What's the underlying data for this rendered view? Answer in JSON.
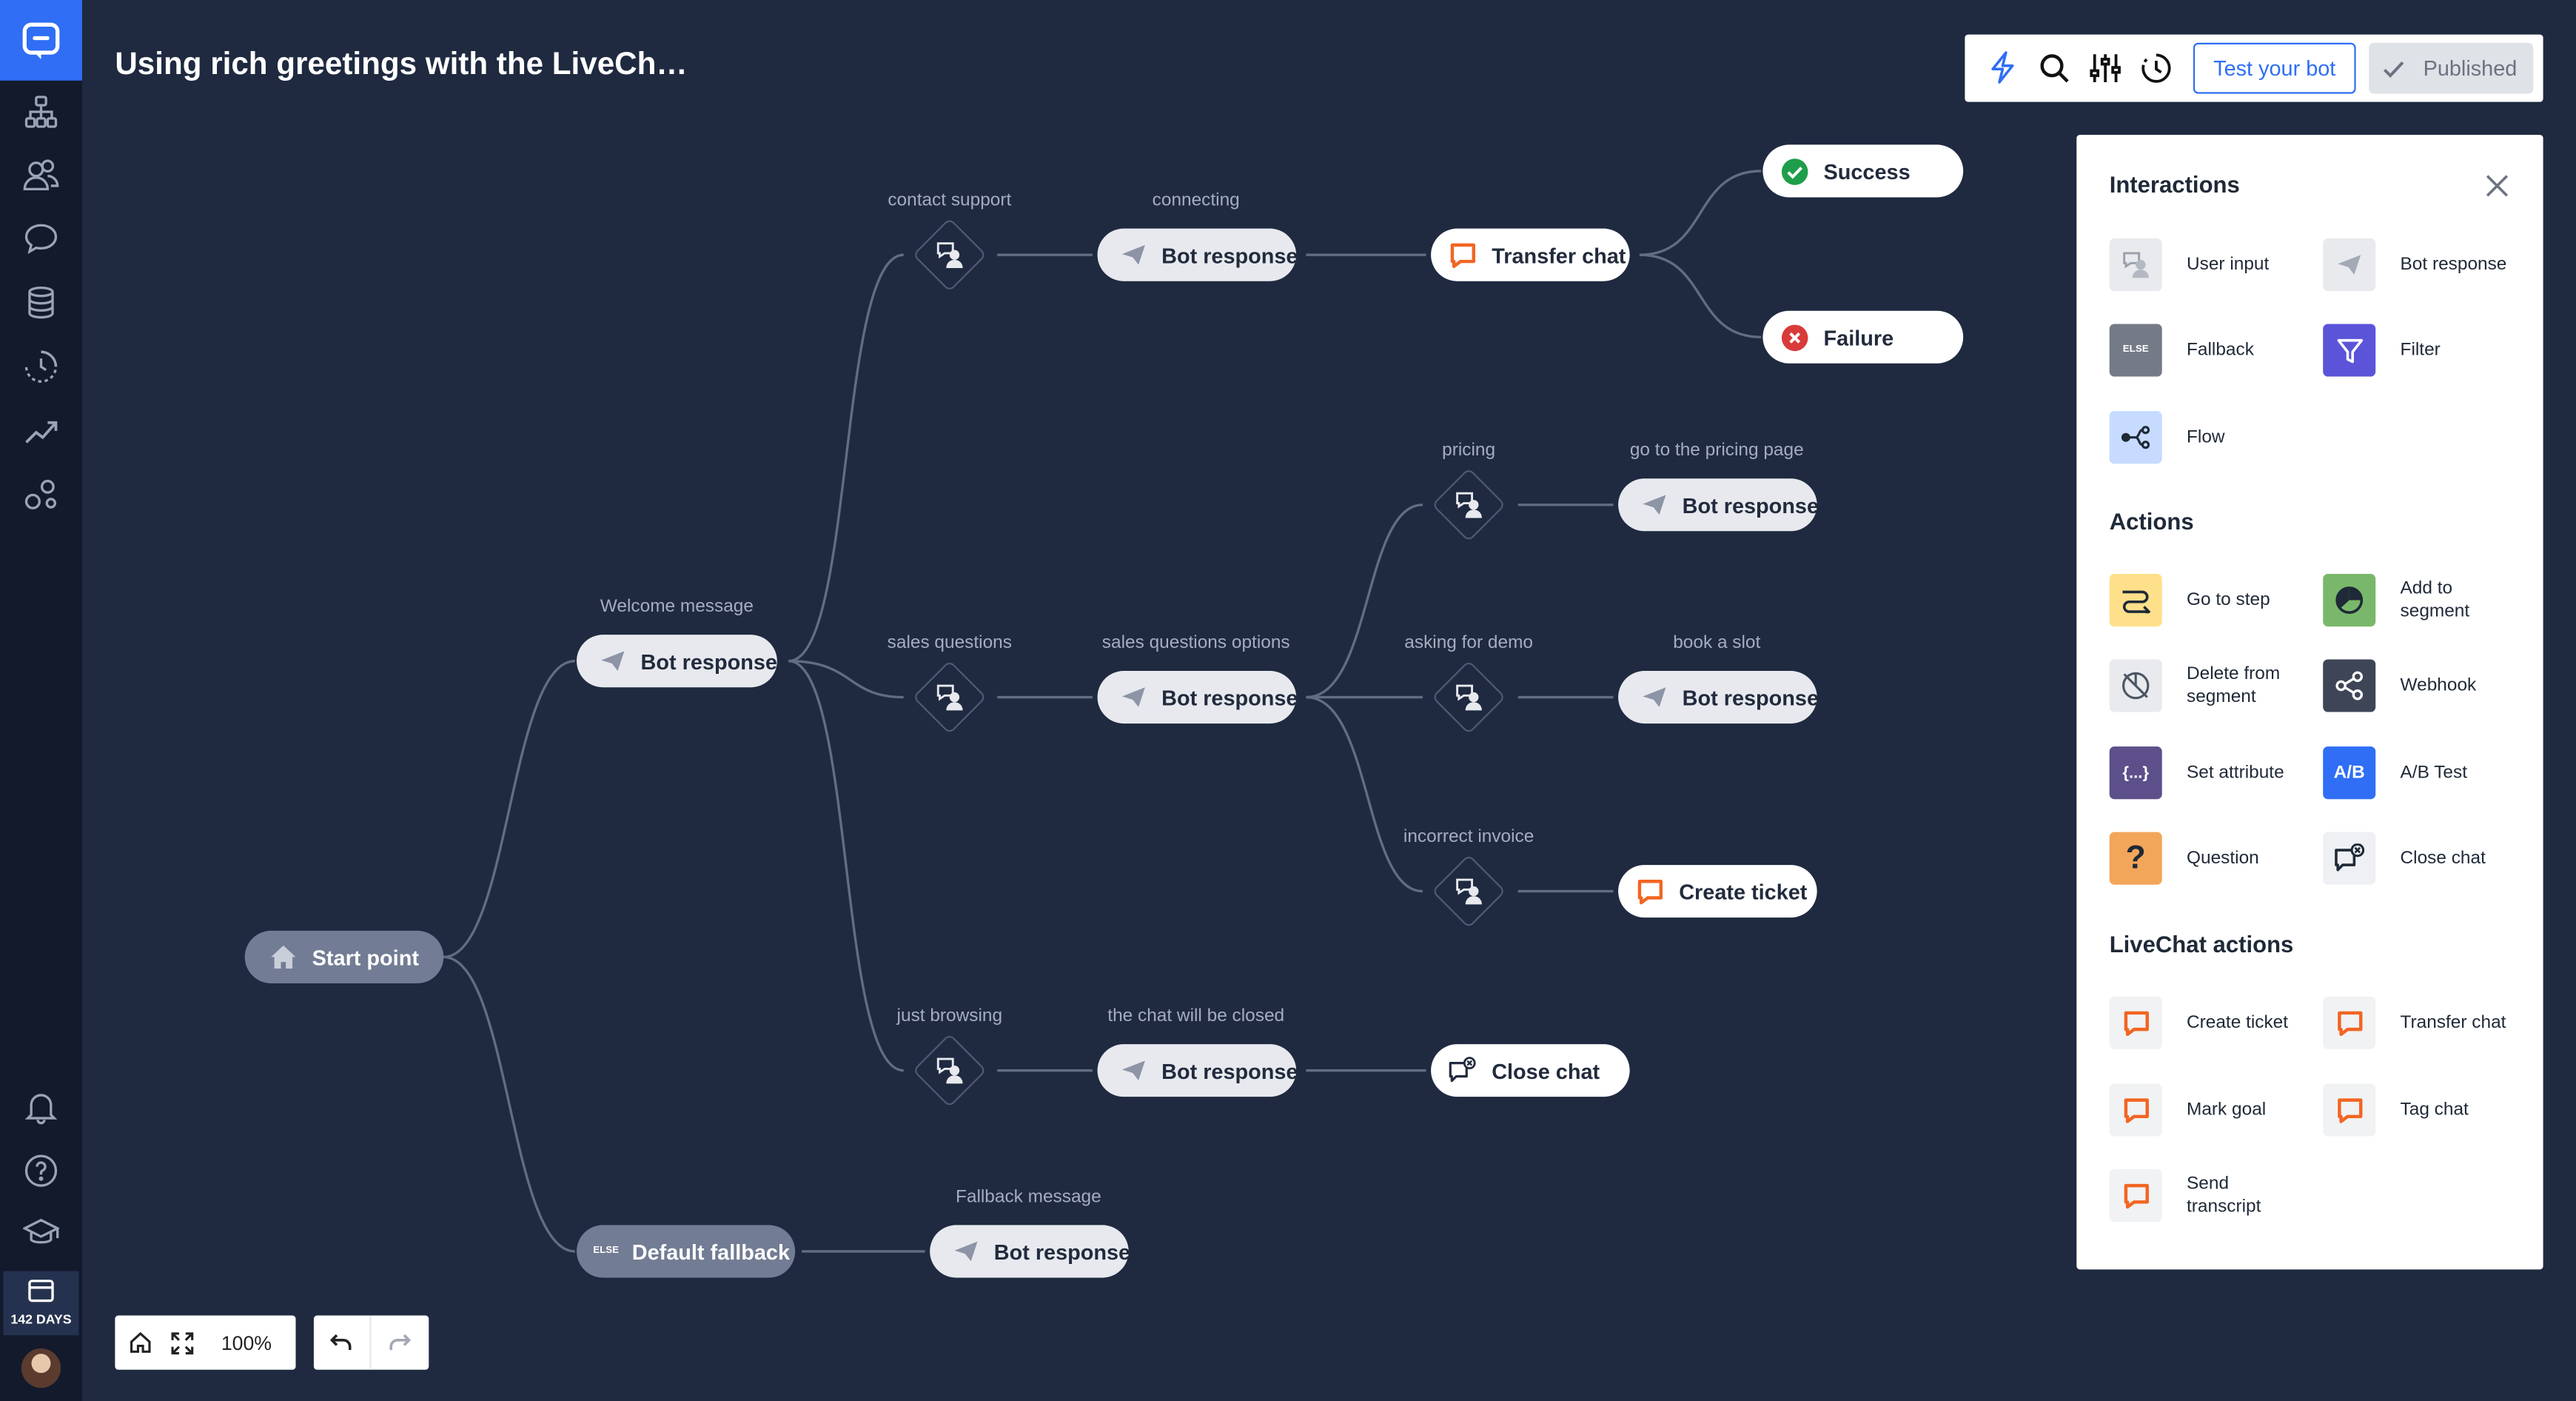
{
  "app": {
    "title": "Using rich greetings with the LiveCh…",
    "trial_days": "142 DAYS"
  },
  "toolbar": {
    "test_label": "Test your bot",
    "published_label": "Published"
  },
  "canvas": {
    "labels": {
      "contact_support": "contact support",
      "connecting": "connecting",
      "pricing": "pricing",
      "go_pricing": "go to the pricing page",
      "welcome": "Welcome message",
      "sales_questions": "sales questions",
      "sales_options": "sales questions options",
      "asking_demo": "asking for demo",
      "book_slot": "book a slot",
      "incorrect_invoice": "incorrect invoice",
      "just_browsing": "just browsing",
      "chat_closed": "the chat will be closed",
      "fallback_message": "Fallback message"
    },
    "nodes": {
      "start": "Start point",
      "default_fallback": "Default fallback",
      "else_tag": "ELSE",
      "bot_response": "Bot response",
      "transfer_chat": "Transfer chat",
      "success": "Success",
      "failure": "Failure",
      "create_ticket": "Create ticket",
      "close_chat": "Close chat"
    }
  },
  "controls": {
    "zoom": "100%"
  },
  "panel": {
    "interactions_title": "Interactions",
    "interactions": [
      {
        "label": "User input",
        "icon": "user-input-icon"
      },
      {
        "label": "Bot response",
        "icon": "send-icon"
      },
      {
        "label": "Fallback",
        "icon": "else-icon"
      },
      {
        "label": "Filter",
        "icon": "filter-icon"
      },
      {
        "label": "Flow",
        "icon": "flow-icon"
      }
    ],
    "actions_title": "Actions",
    "actions": [
      {
        "label": "Go to step",
        "icon": "goto-icon"
      },
      {
        "label": "Add to segment",
        "icon": "pie-icon"
      },
      {
        "label": "Delete from segment",
        "icon": "pie-delete-icon"
      },
      {
        "label": "Webhook",
        "icon": "webhook-icon"
      },
      {
        "label": "Set attribute",
        "icon": "braces-icon"
      },
      {
        "label": "A/B Test",
        "icon": "ab-icon"
      },
      {
        "label": "Question",
        "icon": "question-icon"
      },
      {
        "label": "Close chat",
        "icon": "close-chat-icon"
      }
    ],
    "livechat_title": "LiveChat actions",
    "livechat": [
      {
        "label": "Create ticket",
        "icon": "chat-bubble-icon"
      },
      {
        "label": "Transfer chat",
        "icon": "chat-bubble-icon"
      },
      {
        "label": "Mark goal",
        "icon": "chat-bubble-icon"
      },
      {
        "label": "Tag chat",
        "icon": "chat-bubble-icon"
      },
      {
        "label": "Send transcript",
        "icon": "chat-bubble-icon"
      }
    ],
    "else_glyph": "ELSE",
    "braces_glyph": "{...}",
    "ab_glyph": "A/B",
    "question_glyph": "?"
  },
  "colors": {
    "background": "#1f2a40",
    "rail": "#131a2c",
    "accent": "#2f6ef5",
    "node": "#e7e9ee",
    "livechat_orange": "#f26522",
    "success": "#1e9e4a",
    "failure": "#d93a3a"
  }
}
